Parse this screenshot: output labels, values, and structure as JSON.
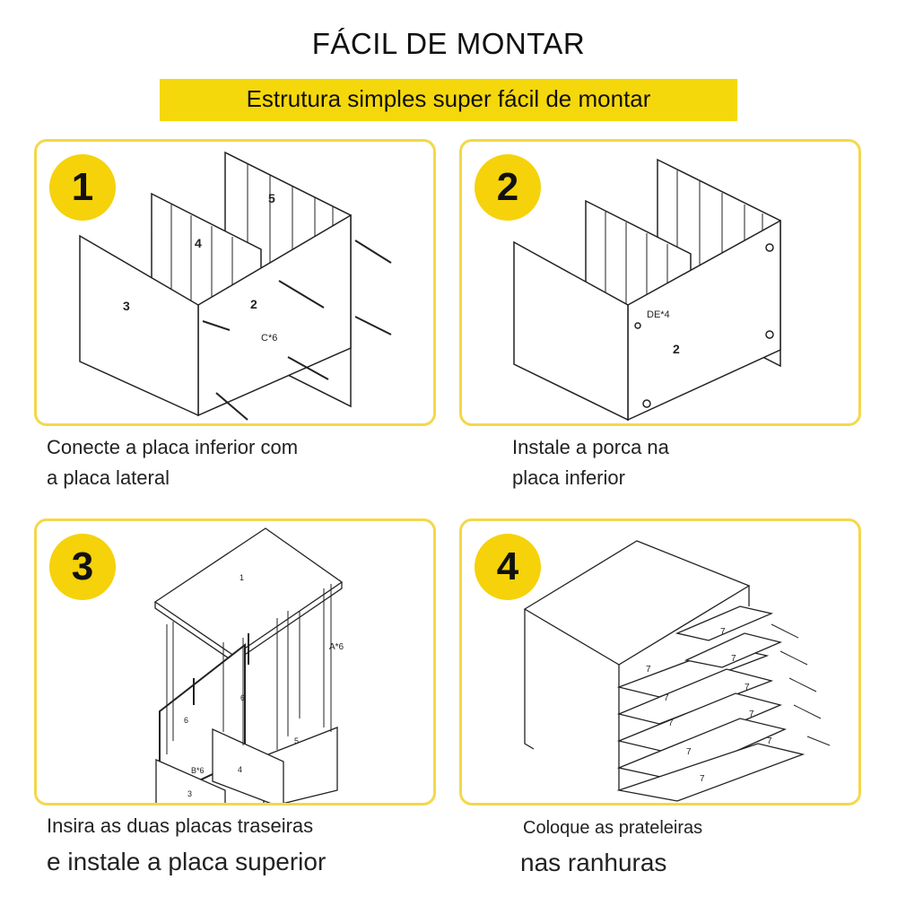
{
  "header": {
    "title": "FÁCIL DE MONTAR",
    "banner": "Estrutura simples super fácil de montar"
  },
  "steps": [
    {
      "number": "1",
      "caption_line1": "Conecte a placa inferior com",
      "caption_line2": "a placa lateral",
      "labels": {
        "panel5": "5",
        "panel4": "4",
        "panel3": "3",
        "panel2": "2",
        "screws": "C*6"
      }
    },
    {
      "number": "2",
      "caption_line1": "Instale a porca na",
      "caption_line2": "placa inferior",
      "labels": {
        "nuts": "DE*4",
        "panel2": "2"
      }
    },
    {
      "number": "3",
      "caption_line1": "Insira as duas placas traseiras",
      "caption_line2": "e instale a placa superior",
      "labels": {
        "panel1": "1",
        "dowels": "A*6",
        "panel6a": "6",
        "panel6b": "6",
        "panel5": "5",
        "panel4": "4",
        "panel3": "3",
        "cams": "B*6"
      }
    },
    {
      "number": "4",
      "caption_line1": "Coloque as prateleiras",
      "caption_line2": "nas ranhuras",
      "labels": {
        "shelf": "7"
      }
    }
  ],
  "colors": {
    "accent": "#f5d80b",
    "border": "#f3d84a"
  }
}
